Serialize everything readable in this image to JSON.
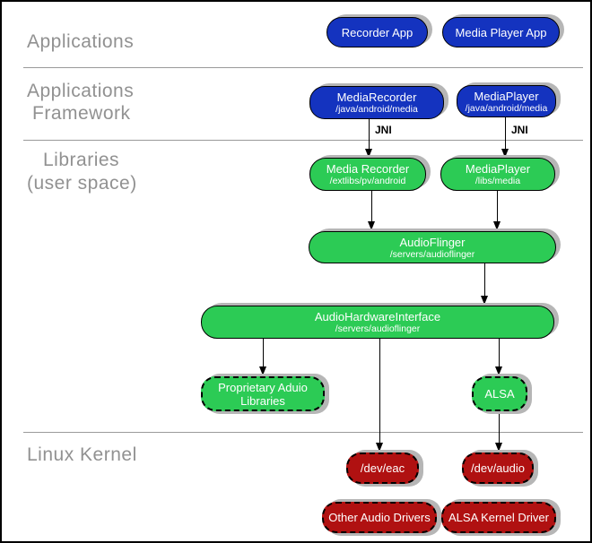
{
  "layer_labels": {
    "applications": "Applications",
    "framework_line1": "Applications",
    "framework_line2": "Framework",
    "libraries_line1": "Libraries",
    "libraries_line2": "(user space)",
    "linux_kernel": "Linux Kernel"
  },
  "nodes": {
    "recorder_app": {
      "label": "Recorder App"
    },
    "media_player_app": {
      "label": "Media Player App"
    },
    "media_recorder_fw": {
      "label": "MediaRecorder",
      "path": "/java/android/media"
    },
    "media_player_fw": {
      "label": "MediaPlayer",
      "path": "/java/android/media"
    },
    "media_recorder_lib": {
      "label": "Media Recorder",
      "path": "/extlibs/pv/android"
    },
    "media_player_lib": {
      "label": "MediaPlayer",
      "path": "/libs/media"
    },
    "audioflinger": {
      "label": "AudioFlinger",
      "path": "/servers/audioflinger"
    },
    "audio_hw_interface": {
      "label": "AudioHardwareInterface",
      "path": "/servers/audioflinger"
    },
    "proprietary_audio": {
      "label_line1": "Proprietary Aduio",
      "label_line2": "Libraries"
    },
    "alsa": {
      "label": "ALSA"
    },
    "dev_eac": {
      "label": "/dev/eac"
    },
    "dev_audio": {
      "label": "/dev/audio"
    },
    "other_audio_drivers": {
      "label": "Other Audio Drivers"
    },
    "alsa_kernel_driver": {
      "label": "ALSA Kernel Driver"
    }
  },
  "connectors": {
    "jni_label_left": "JNI",
    "jni_label_right": "JNI"
  },
  "colors": {
    "app_blue": "#1433BF",
    "lib_green": "#2CCB55",
    "kernel_red": "#B01111",
    "shadow_gray": "#B6B6B6",
    "label_gray": "#919191",
    "divider_gray": "#9A9A9A"
  }
}
